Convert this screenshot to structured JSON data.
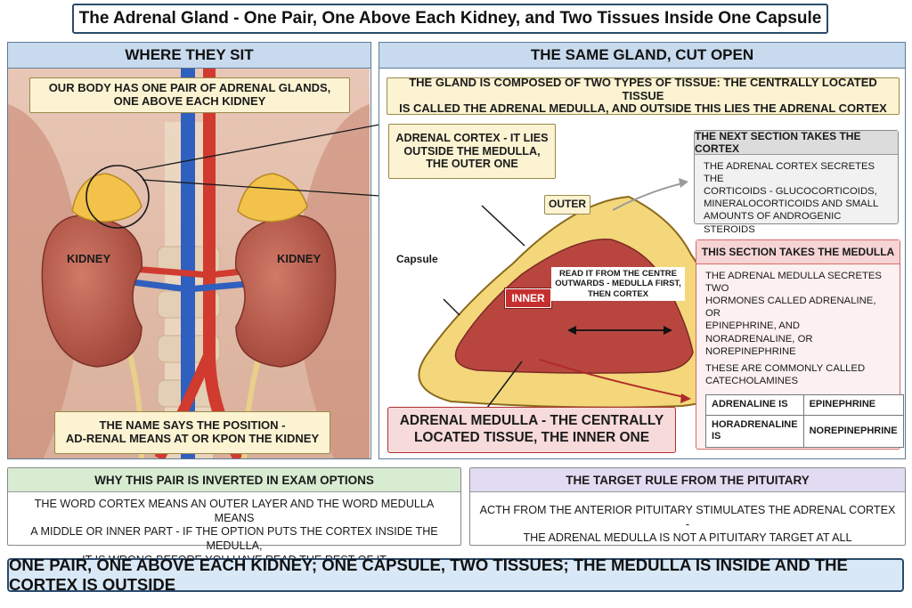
{
  "title": "The Adrenal Gland - One Pair, One Above Each Kidney, and Two Tissues Inside One Capsule",
  "left_panel": {
    "heading": "WHERE THEY SIT",
    "callout_top_line1": "OUR BODY HAS ONE PAIR OF ADRENAL GLANDS,",
    "callout_top_line2": "ONE ABOVE EACH KIDNEY",
    "kidney_left": "KIDNEY",
    "kidney_right": "KIDNEY",
    "callout_bottom_line1": "THE NAME SAYS THE POSITION -",
    "callout_bottom_line2": "AD-RENAL MEANS AT OR KPON THE KIDNEY"
  },
  "right_panel": {
    "heading": "THE SAME GLAND, CUT OPEN",
    "intro_line1": "THE GLAND IS COMPOSED OF TWO TYPES OF TISSUE: THE CENTRALLY LOCATED TISSUE",
    "intro_line2": "IS CALLED THE ADRENAL MEDULLA, AND OUTSIDE THIS LIES THE ADRENAL CORTEX",
    "cortex_line1": "ADRENAL CORTEX - IT LIES",
    "cortex_line2": "OUTSIDE THE MEDULLA,",
    "cortex_line3": "THE OUTER ONE",
    "outer_tag": "OUTER",
    "inner_tag": "INNER",
    "capsule_label": "Capsule",
    "read_note_line1": "READ IT FROM THE CENTRE",
    "read_note_line2": "OUTWARDS - MEDULLA FIRST,",
    "read_note_line3": "THEN CORTEX",
    "medulla_line1": "ADRENAL MEDULLA - THE CENTRALLY",
    "medulla_line2": "LOCATED TISSUE, THE INNER ONE",
    "cortex_box": {
      "heading": "THE NEXT SECTION TAKES THE CORTEX",
      "line1": "THE ADRENAL CORTEX SECRETES THE",
      "line2": "CORTICOIDS - GLUCOCORTICOIDS,",
      "line3": "MINERALOCORTICOIDS AND SMALL",
      "line4": "AMOUNTS OF ANDROGENIC STEROIDS"
    },
    "medulla_box": {
      "heading": "THIS SECTION TAKES THE MEDULLA",
      "line1": "THE ADRENAL MEDULLA SECRETES TWO",
      "line2": "HORMONES CALLED ADRENALINE, OR",
      "line3": "EPINEPHRINE, AND NORADRENALINE, OR",
      "line4": "NOREPINEPHRINE",
      "line5": "THESE ARE COMMONLY CALLED",
      "line6": "CATECHOLAMINES",
      "table": [
        [
          "ADRENALINE IS",
          "EPINEPHRINE"
        ],
        [
          "HORADRENALINE IS",
          "NOREPINEPHRINE"
        ]
      ]
    }
  },
  "exam_box": {
    "heading": "WHY THIS PAIR IS INVERTED IN EXAM OPTIONS",
    "line1": "THE WORD CORTEX MEANS AN OUTER LAYER AND THE WORD MEDULLA MEANS",
    "line2": "A MIDDLE OR INNER PART - IF THE OPTION PUTS THE CORTEX INSIDE THE MEDULLA,",
    "line3": "IT IS WRONG BEFORE YOU HAVE READ THE REST OF IT"
  },
  "pituitary_box": {
    "heading": "THE TARGET RULE FROM THE PITUITARY",
    "line1": "ACTH FROM THE ANTERIOR PITUITARY STIMULATES THE ADRENAL CORTEX -",
    "line2": "THE ADRENAL MEDULLA IS NOT A PITUITARY TARGET AT ALL"
  },
  "footer": "ONE PAIR, ONE ABOVE EACH KIDNEY; ONE CAPSULE, TWO TISSUES; THE MEDULLA IS INSIDE AND THE CORTEX IS OUTSIDE",
  "colors": {
    "heading_bg": "#c8daee",
    "cortex_yellow": "#f3d77a",
    "medulla_red": "#b8463f",
    "kidney": "#b85a4c",
    "artery": "#d03a2f",
    "vein": "#2f5fbf"
  }
}
